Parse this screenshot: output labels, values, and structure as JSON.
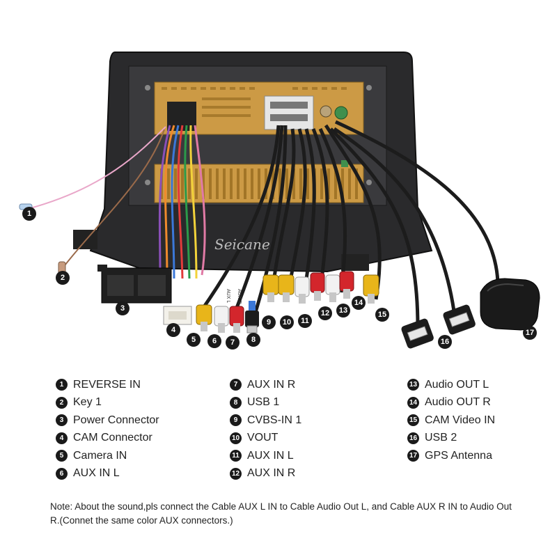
{
  "watermark": "Seicane",
  "callouts": [
    {
      "num": "1",
      "label": "REVERSE IN"
    },
    {
      "num": "2",
      "label": "Key 1"
    },
    {
      "num": "3",
      "label": "Power Connector"
    },
    {
      "num": "4",
      "label": "CAM Connector"
    },
    {
      "num": "5",
      "label": "Camera IN"
    },
    {
      "num": "6",
      "label": "AUX IN L"
    },
    {
      "num": "7",
      "label": "AUX IN R"
    },
    {
      "num": "8",
      "label": "USB 1"
    },
    {
      "num": "9",
      "label": "CVBS-IN 1"
    },
    {
      "num": "10",
      "label": "VOUT"
    },
    {
      "num": "11",
      "label": "AUX IN L"
    },
    {
      "num": "12",
      "label": "AUX IN R"
    },
    {
      "num": "13",
      "label": "Audio OUT L"
    },
    {
      "num": "14",
      "label": "Audio OUT R"
    },
    {
      "num": "15",
      "label": "CAM Video IN"
    },
    {
      "num": "16",
      "label": "USB 2"
    },
    {
      "num": "17",
      "label": "GPS Antenna"
    }
  ],
  "cable_tags": {
    "aux_l": "AUX L",
    "aux_r": "AUX R"
  },
  "note": "Note: About the sound,pls connect the Cable AUX L IN to Cable Audio Out L, and Cable AUX R IN to Audio Out R.(Connet the same color AUX connectors.)",
  "colors": {
    "frame": "#2a2a2c",
    "board": "#cc9a45",
    "rca_red": "#d3262c",
    "rca_white": "#f2f2f2",
    "rca_yellow": "#e8b51a",
    "cable_black": "#1c1c1c",
    "callout": "#1a1a1a"
  }
}
